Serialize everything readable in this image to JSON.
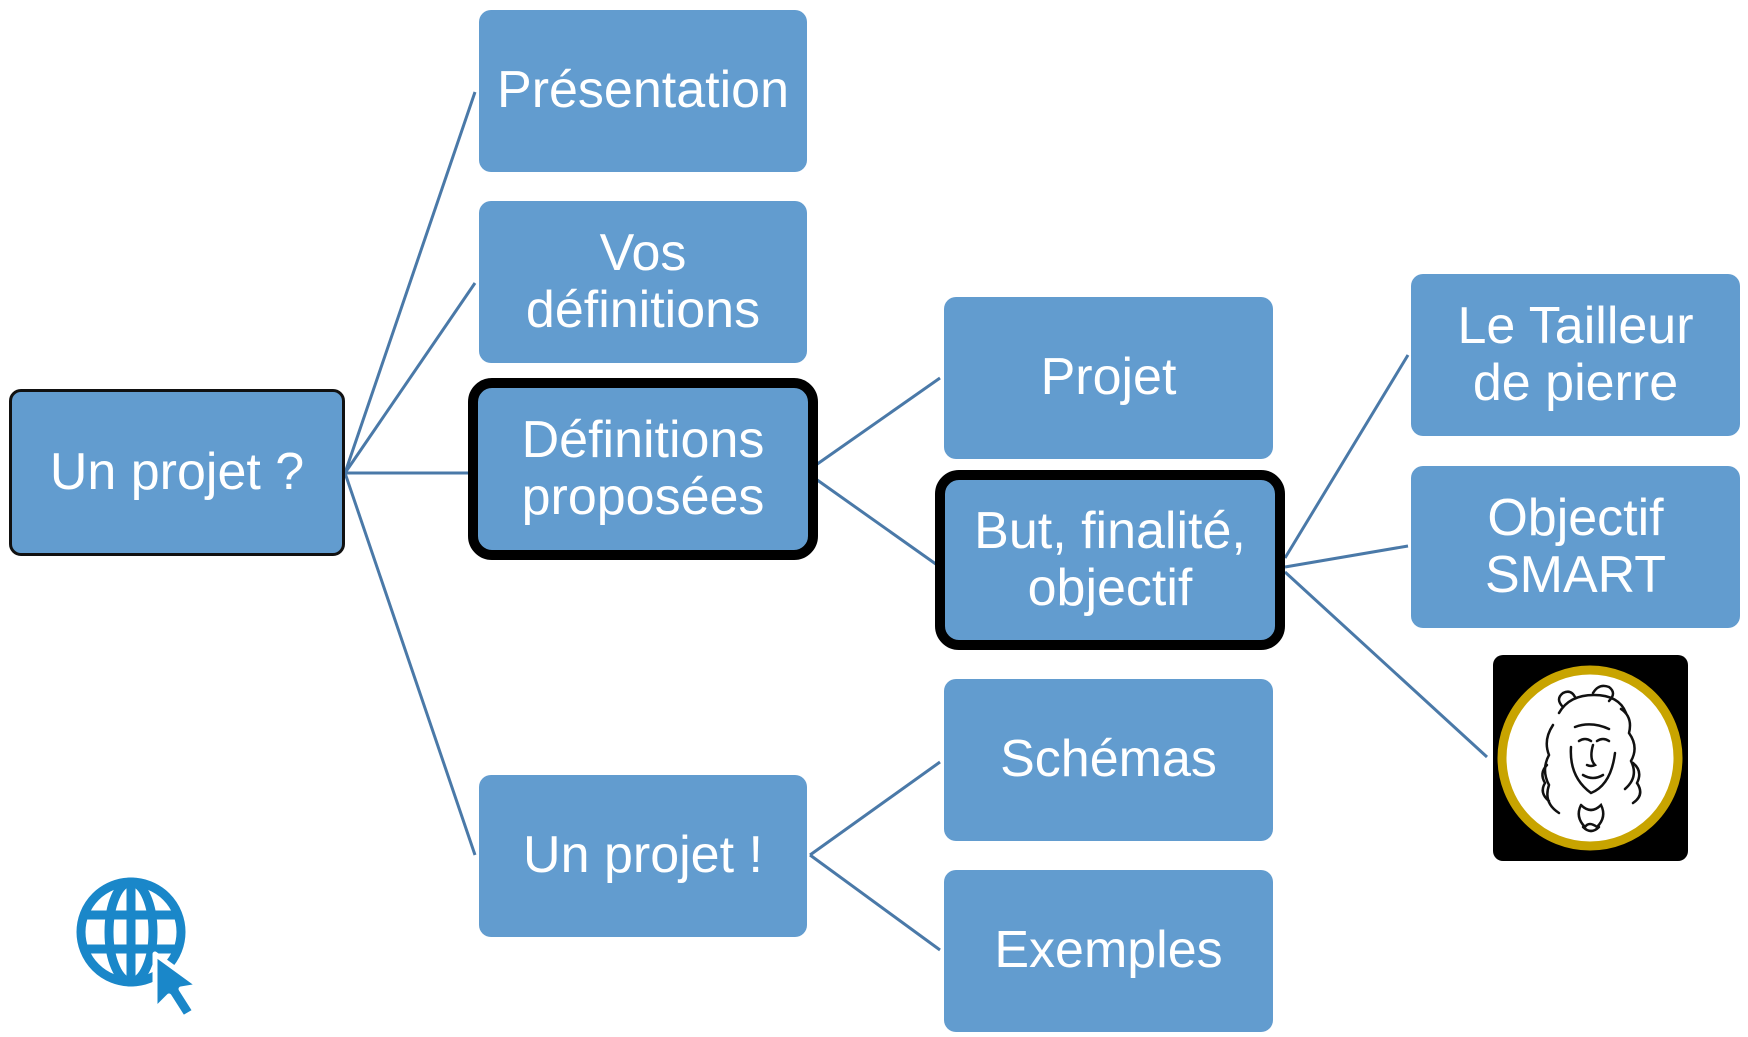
{
  "diagram": {
    "root": {
      "label": "Un projet ?"
    },
    "level1": [
      {
        "label": "Présentation"
      },
      {
        "label": "Vos définitions"
      },
      {
        "label": "Définitions proposées"
      },
      {
        "label": "Un projet !"
      }
    ],
    "definitions_children": [
      {
        "label": "Projet"
      },
      {
        "label": "But, finalité, objectif"
      }
    ],
    "projet_children": [
      {
        "label": "Schémas"
      },
      {
        "label": "Exemples"
      }
    ],
    "but_children": [
      {
        "label": "Le Tailleur de pierre"
      },
      {
        "label": "Objectif SMART"
      }
    ]
  },
  "colors": {
    "node_fill": "#629ccf",
    "node_text": "#ffffff",
    "connector": "#4a79a8",
    "highlight_border": "#000000",
    "portrait_ring": "#c8a400",
    "web_icon": "#1a87c9"
  },
  "icons": {
    "portrait": "portrait-medallion-icon",
    "web": "globe-cursor-icon"
  }
}
